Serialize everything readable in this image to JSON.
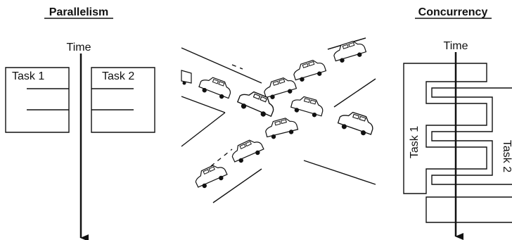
{
  "parallelism": {
    "title": "Parallelism",
    "time_label": "Time",
    "task1_label": "Task 1",
    "task2_label": "Task 2"
  },
  "concurrency": {
    "title": "Concurrency",
    "time_label": "Time",
    "task1_label": "Task 1",
    "task2_label": "Task 2"
  },
  "intersection": {
    "cars": [
      {
        "name": "car-1"
      },
      {
        "name": "car-2"
      },
      {
        "name": "car-3"
      },
      {
        "name": "car-4"
      },
      {
        "name": "car-5"
      },
      {
        "name": "car-6"
      },
      {
        "name": "car-7"
      },
      {
        "name": "car-8"
      },
      {
        "name": "car-9"
      },
      {
        "name": "car-10"
      },
      {
        "name": "car-11"
      },
      {
        "name": "car-12"
      }
    ]
  },
  "colors": {
    "ink": "#111111",
    "background": "#ffffff"
  }
}
